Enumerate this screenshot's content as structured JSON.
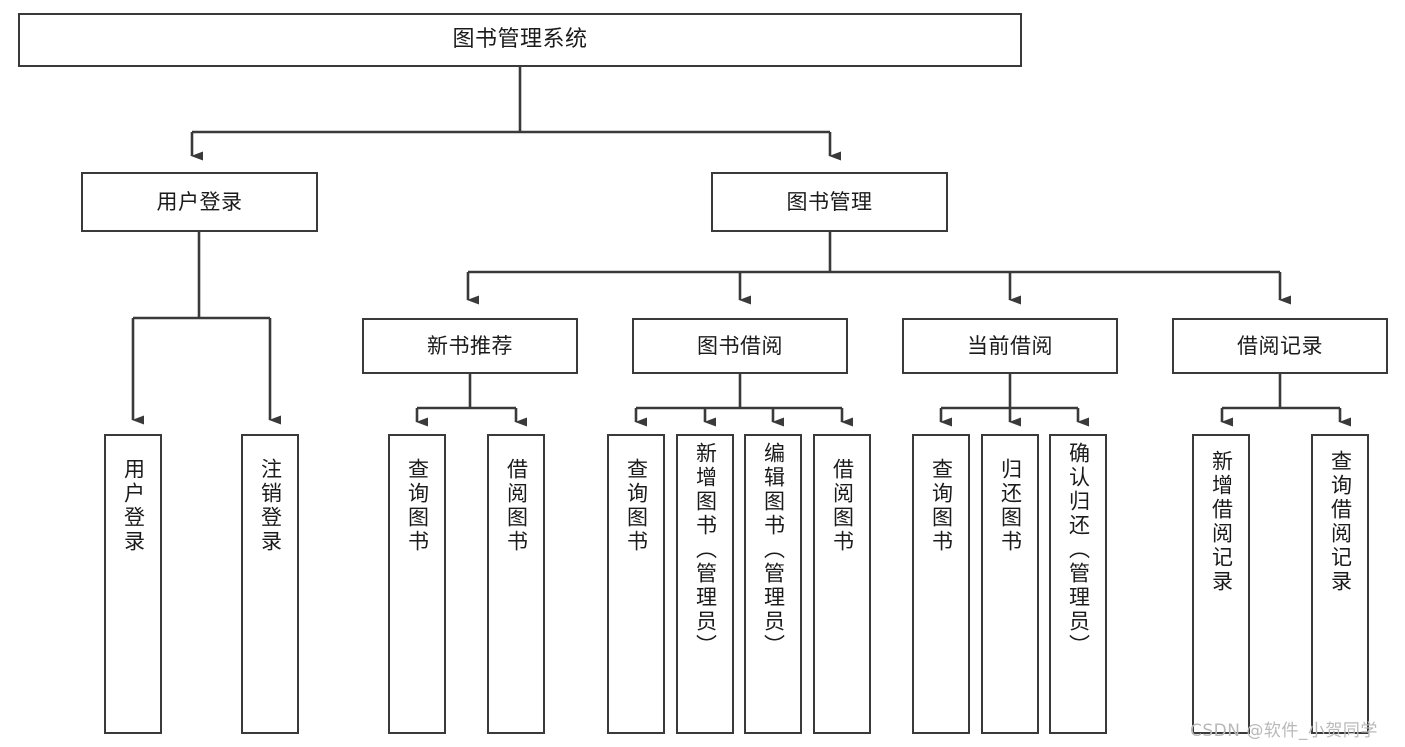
{
  "diagram": {
    "type": "tree-hierarchy",
    "title_node": "图书管理系统",
    "colors": {
      "stroke": "#3a3a3a",
      "fill": "#ffffff",
      "text": "#1b1b1b",
      "watermark": "#b9b9b9"
    },
    "levels": {
      "level1": [
        {
          "label": "图书管理系统"
        }
      ],
      "level2": [
        {
          "label": "用户登录"
        },
        {
          "label": "图书管理"
        }
      ],
      "level3": [
        {
          "label": "新书推荐"
        },
        {
          "label": "图书借阅"
        },
        {
          "label": "当前借阅"
        },
        {
          "label": "借阅记录"
        }
      ],
      "leaves": [
        {
          "label": "用户登录",
          "parent": "用户登录"
        },
        {
          "label": "注销登录",
          "parent": "用户登录"
        },
        {
          "label": "查询图书",
          "parent": "新书推荐"
        },
        {
          "label": "借阅图书",
          "parent": "新书推荐"
        },
        {
          "label": "查询图书",
          "parent": "图书借阅"
        },
        {
          "label": "新增图书（管理员）",
          "parent": "图书借阅"
        },
        {
          "label": "编辑图书（管理员）",
          "parent": "图书借阅"
        },
        {
          "label": "借阅图书",
          "parent": "图书借阅"
        },
        {
          "label": "查询图书",
          "parent": "当前借阅"
        },
        {
          "label": "归还图书",
          "parent": "当前借阅"
        },
        {
          "label": "确认归还（管理员）",
          "parent": "当前借阅"
        },
        {
          "label": "新增借阅记录",
          "parent": "借阅记录"
        },
        {
          "label": "查询借阅记录",
          "parent": "借阅记录"
        }
      ]
    }
  },
  "watermark": {
    "text": "CSDN @软件_小贺同学"
  }
}
